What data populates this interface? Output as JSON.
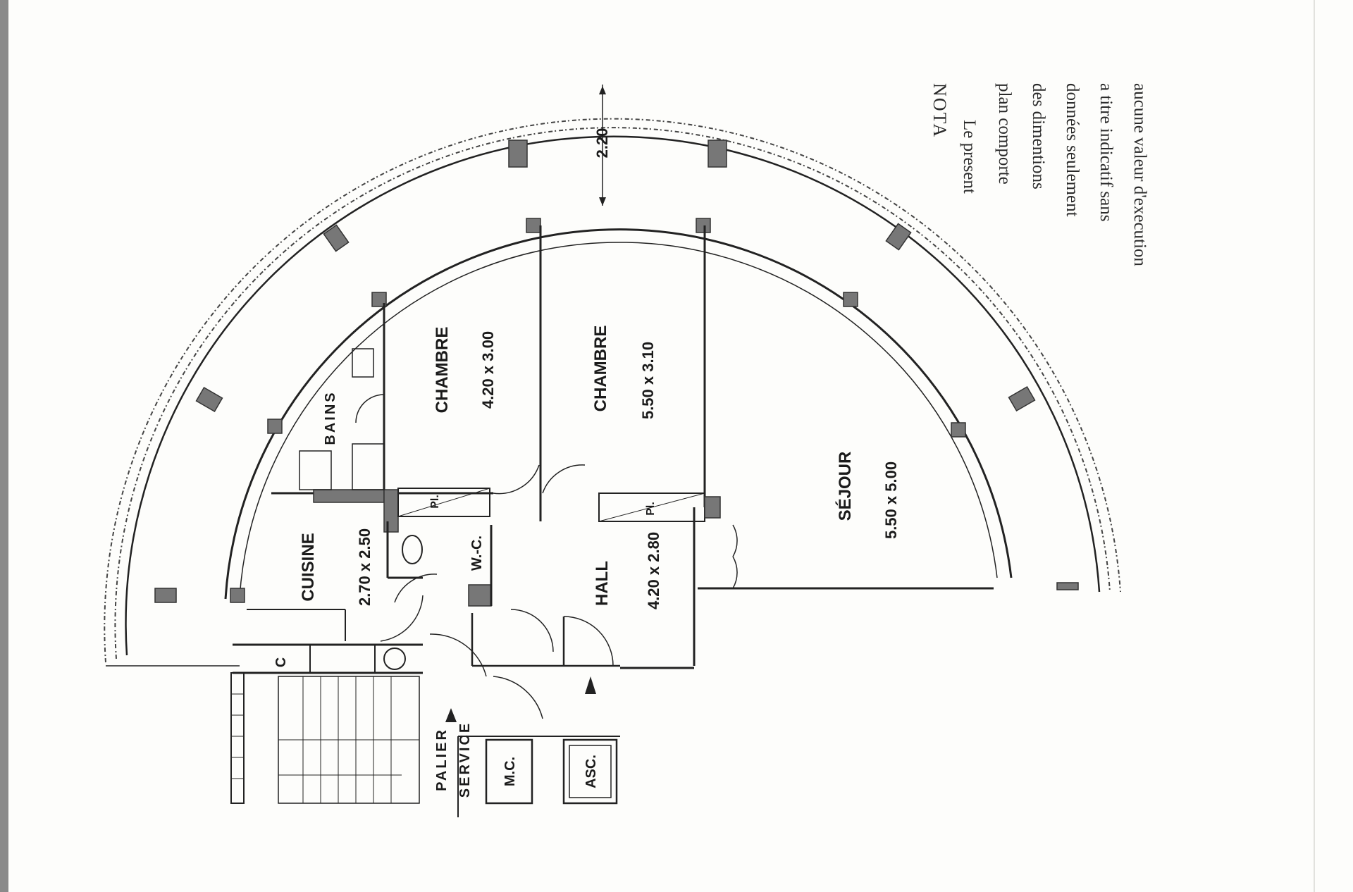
{
  "rooms": {
    "chambre1": {
      "name": "CHAMBRE",
      "dims": "4.20 x 3.00"
    },
    "chambre2": {
      "name": "CHAMBRE",
      "dims": "5.50 x 3.10"
    },
    "sejour": {
      "name": "SÉJOUR",
      "dims": "5.50 x 5.00"
    },
    "cuisine": {
      "name": "CUISINE",
      "dims": "2.70 x 2.50"
    },
    "hall": {
      "name": "HALL",
      "dims": "4.20 x 2.80"
    },
    "bains": {
      "name": "BAINS"
    },
    "wc": {
      "name": "W.-C."
    },
    "palier": {
      "line1": "PALIER",
      "line2": "SERVICE"
    },
    "mc": {
      "name": "M.C."
    },
    "asc": {
      "name": "ASC."
    },
    "c": {
      "name": "C"
    },
    "placard1": {
      "name": "Pl."
    },
    "placard2": {
      "name": "Pl."
    }
  },
  "dimension": {
    "terrace_depth": "2.20"
  },
  "nota": {
    "title": "NOTA",
    "lines": [
      "Le present",
      "plan comporte",
      "des dimentions",
      "données seulement",
      "a titre indicatif sans",
      "aucune valeur d'execution"
    ]
  }
}
